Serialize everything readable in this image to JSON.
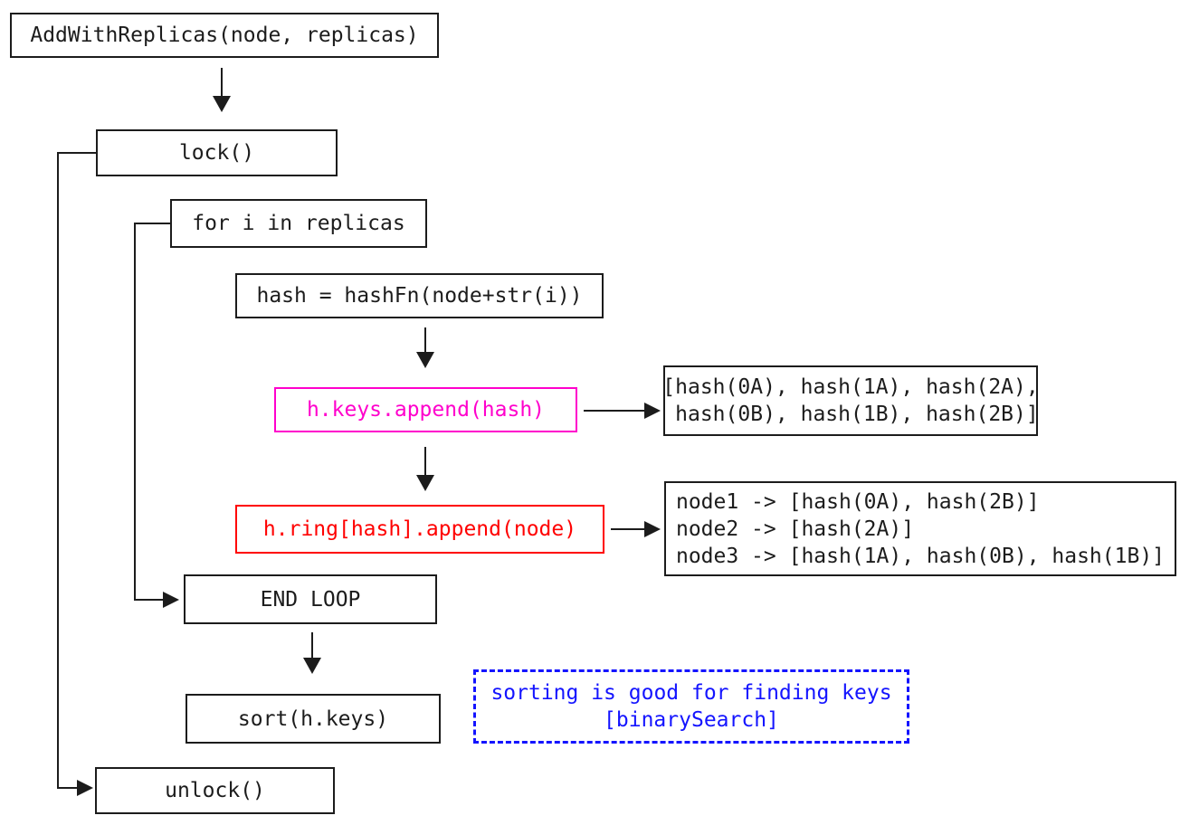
{
  "diagram": {
    "type": "flowchart",
    "background_color": "#ffffff",
    "line_color": "#1c1c1c",
    "accent_colors": {
      "magenta": "#ff00cc",
      "red": "#ff0000",
      "blue": "#1414ff"
    },
    "nodes": {
      "add_with_replicas": {
        "label": "AddWithReplicas(node, replicas)",
        "color": "#1c1c1c"
      },
      "lock_step": {
        "label": "lock()",
        "color": "#1c1c1c"
      },
      "for_loop": {
        "label": "for i in replicas",
        "color": "#1c1c1c"
      },
      "hash_assign": {
        "label": "hash = hashFn(node+str(i))",
        "color": "#1c1c1c"
      },
      "keys_append": {
        "label": "h.keys.append(hash)",
        "color": "#ff00cc"
      },
      "keys_list": {
        "label": "[hash(0A), hash(1A), hash(2A),\n hash(0B), hash(1B), hash(2B)]",
        "color": "#1c1c1c"
      },
      "ring_append": {
        "label": "h.ring[hash].append(node)",
        "color": "#ff0000"
      },
      "ring_map": {
        "label": "node1 -> [hash(0A), hash(2B)]\nnode2 -> [hash(2A)]\nnode3 -> [hash(1A), hash(0B), hash(1B)]",
        "color": "#1c1c1c"
      },
      "end_loop": {
        "label": "END LOOP",
        "color": "#1c1c1c"
      },
      "sort_keys": {
        "label": "sort(h.keys)",
        "color": "#1c1c1c"
      },
      "unlock_step": {
        "label": "unlock()",
        "color": "#1c1c1c"
      },
      "note": {
        "label": "sorting is good for finding keys\n[binarySearch]",
        "color": "#1414ff",
        "border_style": "dashed"
      }
    },
    "edges": [
      {
        "from": "add_with_replicas",
        "to": "lock_step",
        "style": "arrow-down"
      },
      {
        "from": "lock_step",
        "to": "unlock_step",
        "style": "left-rail-arrow"
      },
      {
        "from": "for_loop",
        "to": "end_loop",
        "style": "left-rail-arrow"
      },
      {
        "from": "hash_assign",
        "to": "keys_append",
        "style": "arrow-down"
      },
      {
        "from": "keys_append",
        "to": "keys_list",
        "style": "arrow-right"
      },
      {
        "from": "keys_append",
        "to": "ring_append",
        "style": "arrow-down"
      },
      {
        "from": "ring_append",
        "to": "ring_map",
        "style": "arrow-right"
      },
      {
        "from": "end_loop",
        "to": "sort_keys",
        "style": "arrow-down"
      }
    ]
  }
}
